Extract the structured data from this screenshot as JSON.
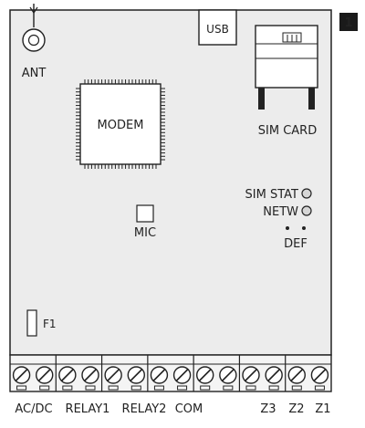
{
  "figure": {
    "number": "1",
    "antenna_label": "ANT",
    "usb_label": "USB",
    "modem_label": "MODEM",
    "sim_card_label": "SIM CARD",
    "sim_stat_label": "SIM STAT",
    "netw_label": "NETW",
    "def_label": "DEF",
    "mic_label": "MIC",
    "fuse_label": "F1",
    "terminal_labels": [
      "AC/DC",
      "RELAY1",
      "RELAY2",
      "COM",
      "Z3",
      "Z2",
      "Z1"
    ],
    "terminal_count": 14
  },
  "colors": {
    "board": "#ececec",
    "outline": "#222222",
    "badge_bg": "#1a1a1a",
    "badge_text": "#ffffff",
    "terminal_fill": "#f4f4f4",
    "led_fill": "#d6d6d6"
  }
}
